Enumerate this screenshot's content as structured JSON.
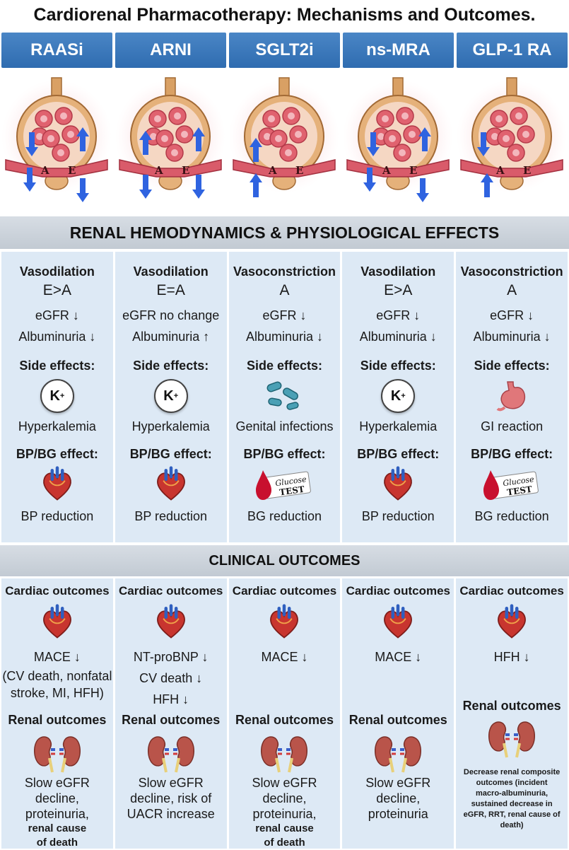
{
  "title": "Cardiorenal Pharmacotherapy: Mechanisms and Outcomes.",
  "drugs": [
    "RAASi",
    "ARNI",
    "SGLT2i",
    "ns-MRA",
    "GLP-1 RA"
  ],
  "glomerulus_labels": {
    "afferent": "A",
    "efferent": "E"
  },
  "section_hemodynamics": "RENAL HEMODYNAMICS & PHYSIOLOGICAL EFFECTS",
  "section_outcomes": "CLINICAL OUTCOMES",
  "columns": [
    {
      "effect": "Vasodilation",
      "arteriole": "E>A",
      "egfr": "eGFR ↓",
      "albuminuria": "Albuminuria ↓",
      "side_label": "Side effects:",
      "side_icon": "potassium-icon",
      "side_effect": "Hyperkalemia",
      "bp_label": "BP/BG effect:",
      "bp_icon": "heart-icon",
      "bp_effect": "BP reduction",
      "cardiac_label": "Cardiac outcomes",
      "cardiac_lines": [
        "MACE ↓",
        "(CV death, nonfatal",
        "stroke, MI, HFH)"
      ],
      "renal_label": "Renal outcomes",
      "renal_lines": [
        "Slow eGFR",
        "decline,",
        "proteinuria,"
      ],
      "renal_small": [
        "renal cause",
        "of death"
      ]
    },
    {
      "effect": "Vasodilation",
      "arteriole": "E=A",
      "egfr": "eGFR no change",
      "albuminuria": "Albuminuria ↑",
      "side_label": "Side effects:",
      "side_icon": "potassium-icon",
      "side_effect": "Hyperkalemia",
      "bp_label": "BP/BG effect:",
      "bp_icon": "heart-icon",
      "bp_effect": "BP reduction",
      "cardiac_label": "Cardiac outcomes",
      "cardiac_lines": [
        "NT-proBNP ↓",
        "CV death ↓",
        "HFH ↓"
      ],
      "renal_label": "Renal outcomes",
      "renal_lines": [
        "Slow eGFR",
        "decline, risk of",
        "UACR increase"
      ],
      "renal_small": []
    },
    {
      "effect": "Vasoconstriction",
      "arteriole": "A",
      "egfr": "eGFR ↓",
      "albuminuria": "Albuminuria ↓",
      "side_label": "Side effects:",
      "side_icon": "bacteria-icon",
      "side_effect": "Genital infections",
      "bp_label": "BP/BG effect:",
      "bp_icon": "glucose-test-icon",
      "bp_effect": "BG reduction",
      "cardiac_label": "Cardiac outcomes",
      "cardiac_lines": [
        "MACE ↓"
      ],
      "renal_label": "Renal outcomes",
      "renal_lines": [
        "Slow eGFR",
        "decline,",
        "proteinuria,"
      ],
      "renal_small": [
        "renal cause",
        "of death"
      ]
    },
    {
      "effect": "Vasodilation",
      "arteriole": "E>A",
      "egfr": "eGFR ↓",
      "albuminuria": "Albuminuria ↓",
      "side_label": "Side effects:",
      "side_icon": "potassium-icon",
      "side_effect": "Hyperkalemia",
      "bp_label": "BP/BG effect:",
      "bp_icon": "heart-icon",
      "bp_effect": "BP reduction",
      "cardiac_label": "Cardiac outcomes",
      "cardiac_lines": [
        "MACE ↓"
      ],
      "renal_label": "Renal outcomes",
      "renal_lines": [
        "Slow eGFR",
        "decline,",
        "proteinuria"
      ],
      "renal_small": []
    },
    {
      "effect": "Vasoconstriction",
      "arteriole": "A",
      "egfr": "eGFR ↓",
      "albuminuria": "Albuminuria ↓",
      "side_label": "Side effects:",
      "side_icon": "stomach-icon",
      "side_effect": "GI reaction",
      "bp_label": "BP/BG effect:",
      "bp_icon": "glucose-test-icon",
      "bp_effect": "BG reduction",
      "cardiac_label": "Cardiac outcomes",
      "cardiac_lines": [
        "HFH ↓"
      ],
      "renal_label": "Renal outcomes",
      "renal_lines": [],
      "renal_small": [
        "Decrease renal composite",
        "outcomes (incident",
        "macro-albuminuria,",
        "sustained decrease in",
        "eGFR, RRT, renal cause of",
        "death)"
      ]
    }
  ],
  "k_symbol": "K",
  "k_charge": "+",
  "glucose_text": [
    "Glucose",
    "TEST"
  ],
  "colors": {
    "header_blue": "#3a78bb",
    "panel_blue": "#dde9f5",
    "banner_gray": "#c9d0d8",
    "arrow_blue": "#2f63e0"
  }
}
